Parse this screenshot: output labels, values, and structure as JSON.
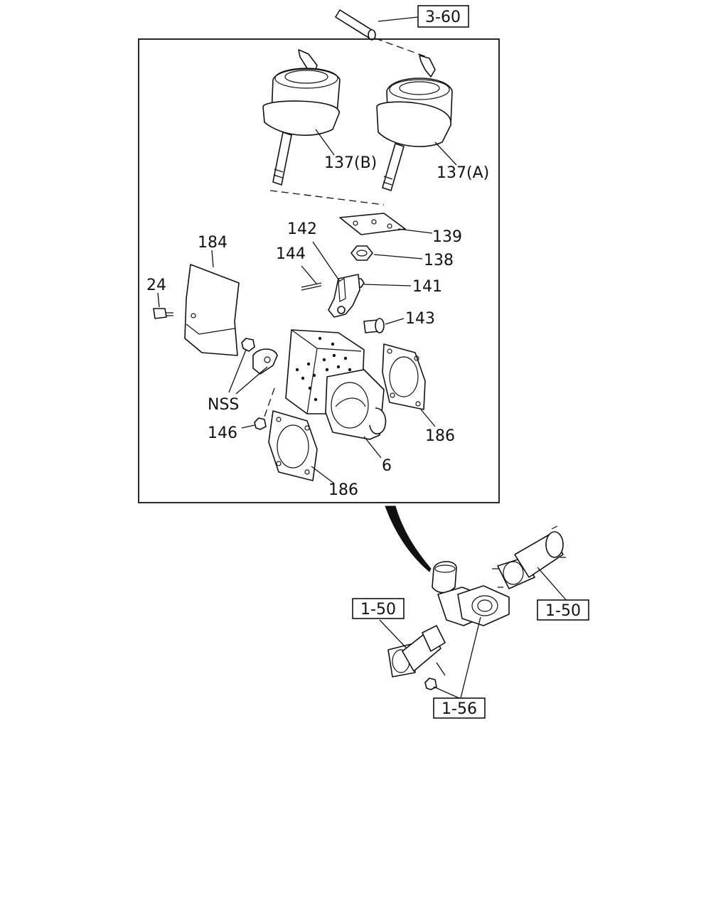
{
  "labels": {
    "ref_3_60": "3-60",
    "p137b": "137(B)",
    "p137a": "137(A)",
    "p139": "139",
    "p142": "142",
    "p138": "138",
    "p184": "184",
    "p144": "144",
    "p141": "141",
    "p24": "24",
    "p143": "143",
    "nss": "NSS",
    "p146": "146",
    "p186_right": "186",
    "p6": "6",
    "p186_bottom": "186",
    "ref_1_50_left": "1-50",
    "ref_1_50_right": "1-50",
    "ref_1_56": "1-56"
  }
}
